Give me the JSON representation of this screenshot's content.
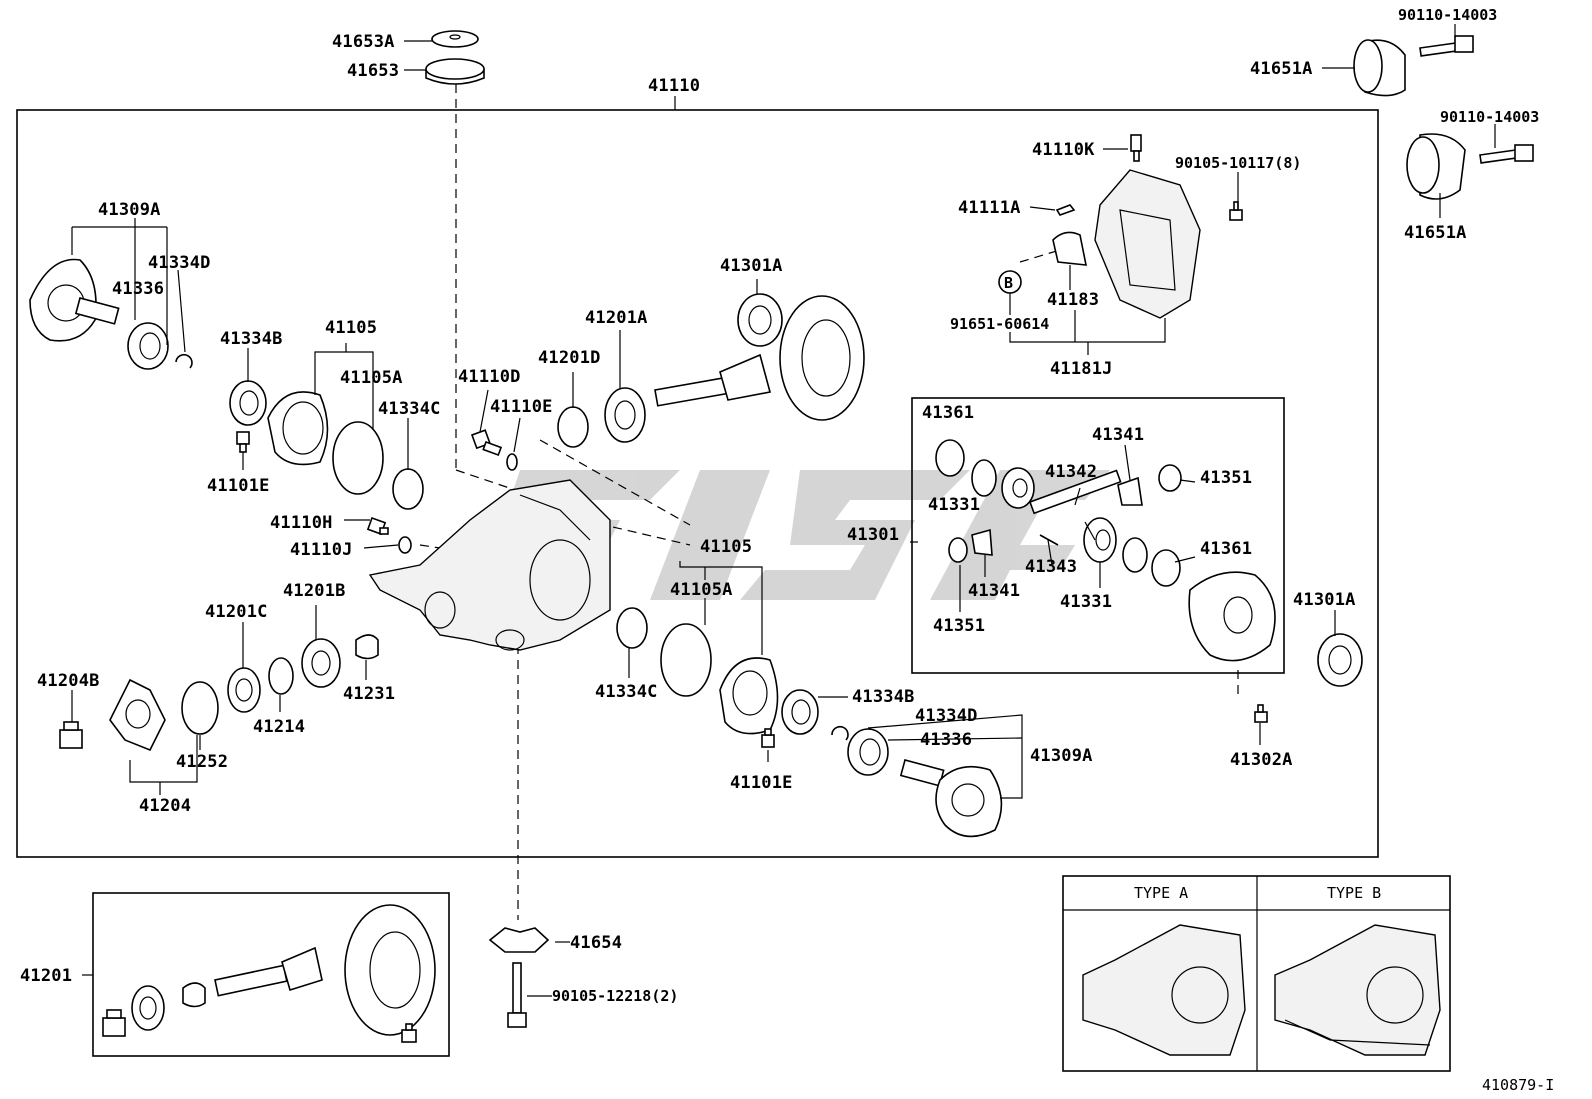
{
  "drawing_number": "410879-I",
  "table": {
    "type_a": "TYPE A",
    "type_b": "TYPE B"
  },
  "labels": {
    "ref_b": "B",
    "p41653A": "41653A",
    "p41653": "41653",
    "p41110": "41110",
    "p41309A_left": "41309A",
    "p41334D_left": "41334D",
    "p41336_left": "41336",
    "p41334B_left": "41334B",
    "p41105_left": "41105",
    "p41105A_left": "41105A",
    "p41334C_left": "41334C",
    "p41101E_left": "41101E",
    "p41110D": "41110D",
    "p41110E": "41110E",
    "p41201D": "41201D",
    "p41201A": "41201A",
    "p41301A_upper": "41301A",
    "p41110H": "41110H",
    "p41110J": "41110J",
    "p41105_right": "41105",
    "p41105A_right": "41105A",
    "p41201C": "41201C",
    "p41201B": "41201B",
    "p41204B": "41204B",
    "p41231": "41231",
    "p41214": "41214",
    "p41252": "41252",
    "p41204": "41204",
    "p41334C_right": "41334C",
    "p41334B_right": "41334B",
    "p41334D_right": "41334D",
    "p41336_right": "41336",
    "p41309A_right": "41309A",
    "p41101E_right": "41101E",
    "p41110K": "41110K",
    "p90105_10117": "90105-10117(8)",
    "p41111A": "41111A",
    "p41183": "41183",
    "p91651_60614": "91651-60614",
    "p41181J": "41181J",
    "p90110_14003_upper": "90110-14003",
    "p41651A_upper": "41651A",
    "p90110_14003_side": "90110-14003",
    "p41651A_side": "41651A",
    "p41361_upper": "41361",
    "p41341_upper": "41341",
    "p41342": "41342",
    "p41351_upper": "41351",
    "p41331_upper": "41331",
    "p41301": "41301",
    "p41361_lower": "41361",
    "p41343": "41343",
    "p41341_lower": "41341",
    "p41331_lower": "41331",
    "p41351_lower": "41351",
    "p41301A_right": "41301A",
    "p41302A": "41302A",
    "p41654": "41654",
    "p90105_12218": "90105-12218(2)",
    "p41201": "41201"
  }
}
